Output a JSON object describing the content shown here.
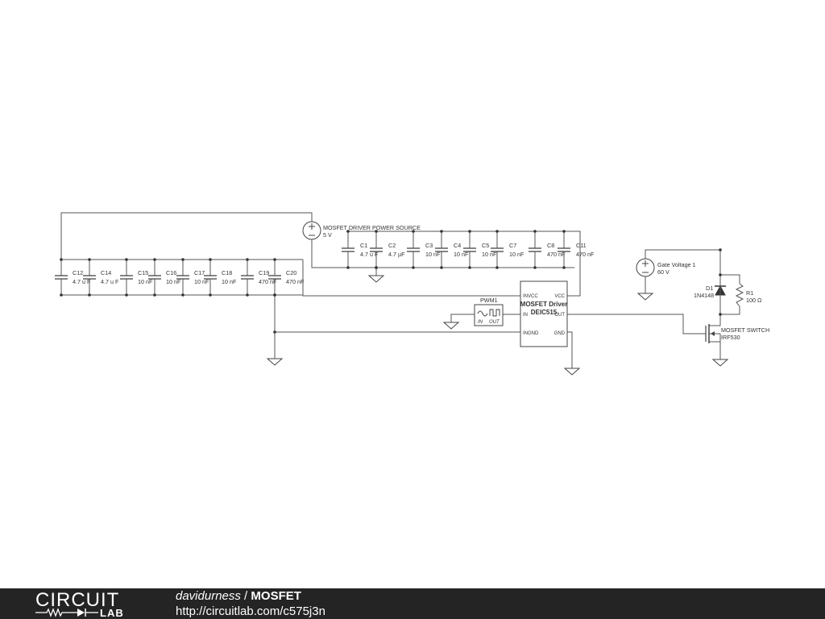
{
  "components": {
    "power_source": {
      "name": "MOSFET DRIVER POWER SOURCE",
      "value": "5 V"
    },
    "gate_source": {
      "name": "Gate Voltage 1",
      "value": "60 V"
    },
    "caps_top": [
      {
        "name": "C1",
        "value": "4.7 u F"
      },
      {
        "name": "C2",
        "value": "4.7 µF"
      },
      {
        "name": "C3",
        "value": "10 nF"
      },
      {
        "name": "C4",
        "value": "10 nF"
      },
      {
        "name": "C5",
        "value": "10 nF"
      },
      {
        "name": "C7",
        "value": "10 nF"
      },
      {
        "name": "C8",
        "value": "470 nF"
      },
      {
        "name": "C11",
        "value": "470 nF"
      }
    ],
    "caps_left": [
      {
        "name": "C12",
        "value": "4.7 u F"
      },
      {
        "name": "C14",
        "value": "4.7 u F"
      },
      {
        "name": "C15",
        "value": "10 nF"
      },
      {
        "name": "C16",
        "value": "10 nF"
      },
      {
        "name": "C17",
        "value": "10 nF"
      },
      {
        "name": "C18",
        "value": "10 nF"
      },
      {
        "name": "C19",
        "value": "470 nF"
      },
      {
        "name": "C20",
        "value": "470 nF"
      }
    ],
    "pwm": {
      "name": "PWM1",
      "in_label": "IN",
      "out_label": "OUT"
    },
    "driver": {
      "title": "MOSFET Driver",
      "part": "DEIC515",
      "pin_invcc": "INVCC",
      "pin_vcc": "VCC",
      "pin_in": "IN",
      "pin_out": "OUT",
      "pin_ingnd": "INGND",
      "pin_gnd": "GND"
    },
    "diode": {
      "name": "D1",
      "part": "1N4148"
    },
    "resistor": {
      "name": "R1",
      "value": "100 Ω"
    },
    "mosfet": {
      "name": "MOSFET SWITCH",
      "part": "IRF530"
    }
  },
  "footer": {
    "logo_top": "CIRCUIT",
    "logo_bottom": "LAB",
    "user": "davidurness",
    "separator": " / ",
    "title": "MOSFET",
    "url": "http://circuitlab.com/c575j3n"
  }
}
